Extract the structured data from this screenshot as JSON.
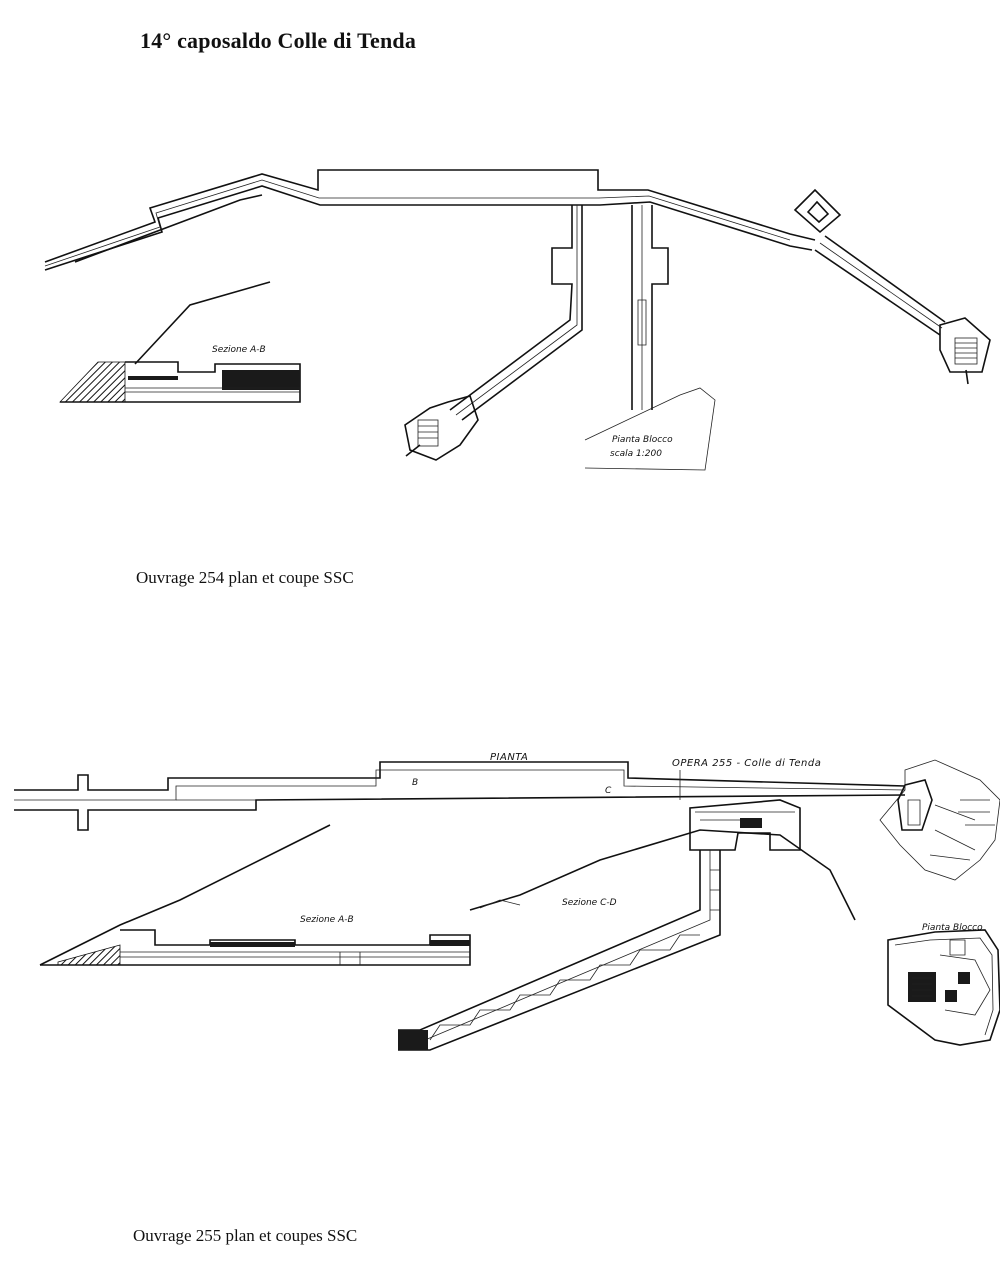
{
  "page": {
    "title": "14° caposaldo  Colle di Tenda"
  },
  "figure_254": {
    "caption": "Ouvrage 254  plan et coupe SSC",
    "section_label": "Sezione A-B"
  },
  "figure_255": {
    "caption": "Ouvrage 255 plan et coupes SSC",
    "plan_label": "PIANTA",
    "opera_label": "OPERA  255 - Colle di Tenda",
    "section_ab_label": "Sezione A-B",
    "section_cd_label": "Sezione C-D",
    "block_plan_label": "Pianta Blocco"
  }
}
